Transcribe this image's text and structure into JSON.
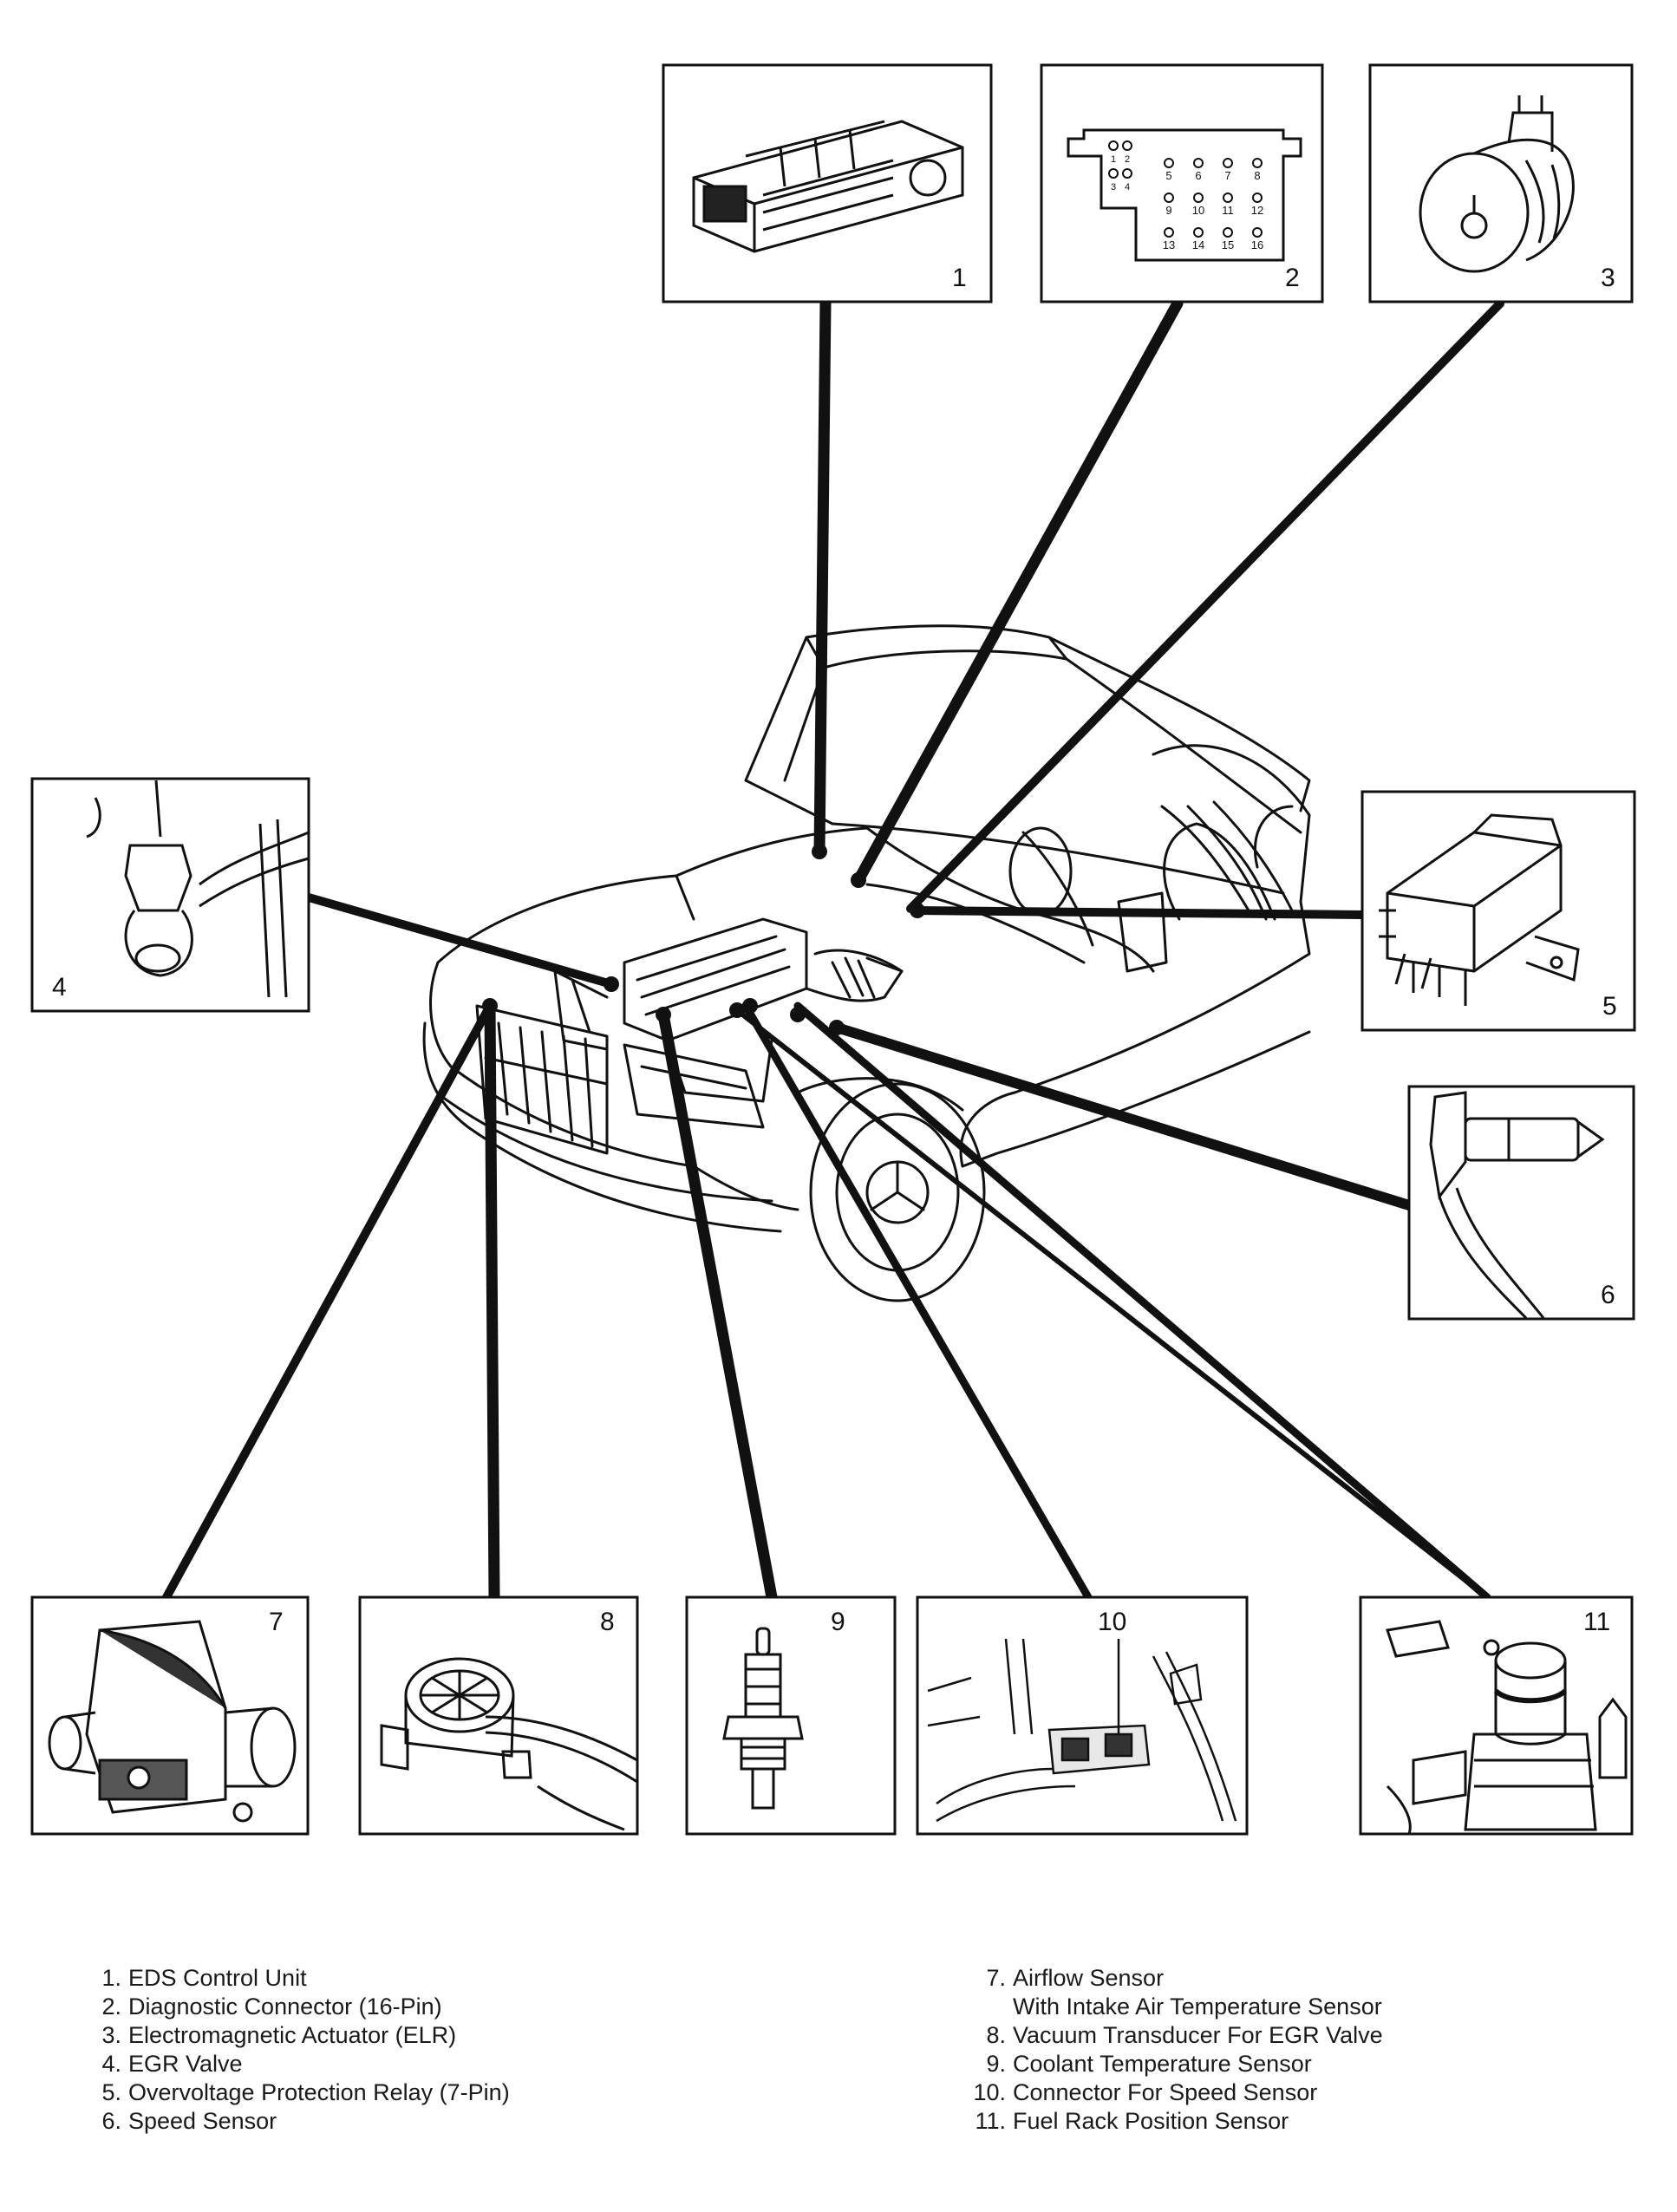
{
  "box_numbers": [
    "1",
    "2",
    "3",
    "4",
    "5",
    "6",
    "7",
    "8",
    "9",
    "10",
    "11"
  ],
  "legend_left": [
    {
      "num": "1.",
      "text": "EDS Control Unit"
    },
    {
      "num": "2.",
      "text": "Diagnostic Connector (16-Pin)"
    },
    {
      "num": "3.",
      "text": "Electromagnetic Actuator (ELR)"
    },
    {
      "num": "4.",
      "text": "EGR Valve"
    },
    {
      "num": "5.",
      "text": "Overvoltage Protection Relay (7-Pin)"
    },
    {
      "num": "6.",
      "text": "Speed Sensor"
    }
  ],
  "legend_right": [
    {
      "num": "7.",
      "text": "Airflow Sensor"
    },
    {
      "num": "",
      "text": "With Intake Air Temperature Sensor"
    },
    {
      "num": "8.",
      "text": "Vacuum Transducer For EGR Valve"
    },
    {
      "num": "9.",
      "text": "Coolant Temperature Sensor"
    },
    {
      "num": "10.",
      "text": "Connector For Speed Sensor"
    },
    {
      "num": "11.",
      "text": "Fuel Rack Position Sensor"
    }
  ],
  "connector_pins": [
    "1",
    "2",
    "3",
    "4",
    "5",
    "6",
    "7",
    "8",
    "9",
    "10",
    "11",
    "12",
    "13",
    "14",
    "15",
    "16"
  ]
}
